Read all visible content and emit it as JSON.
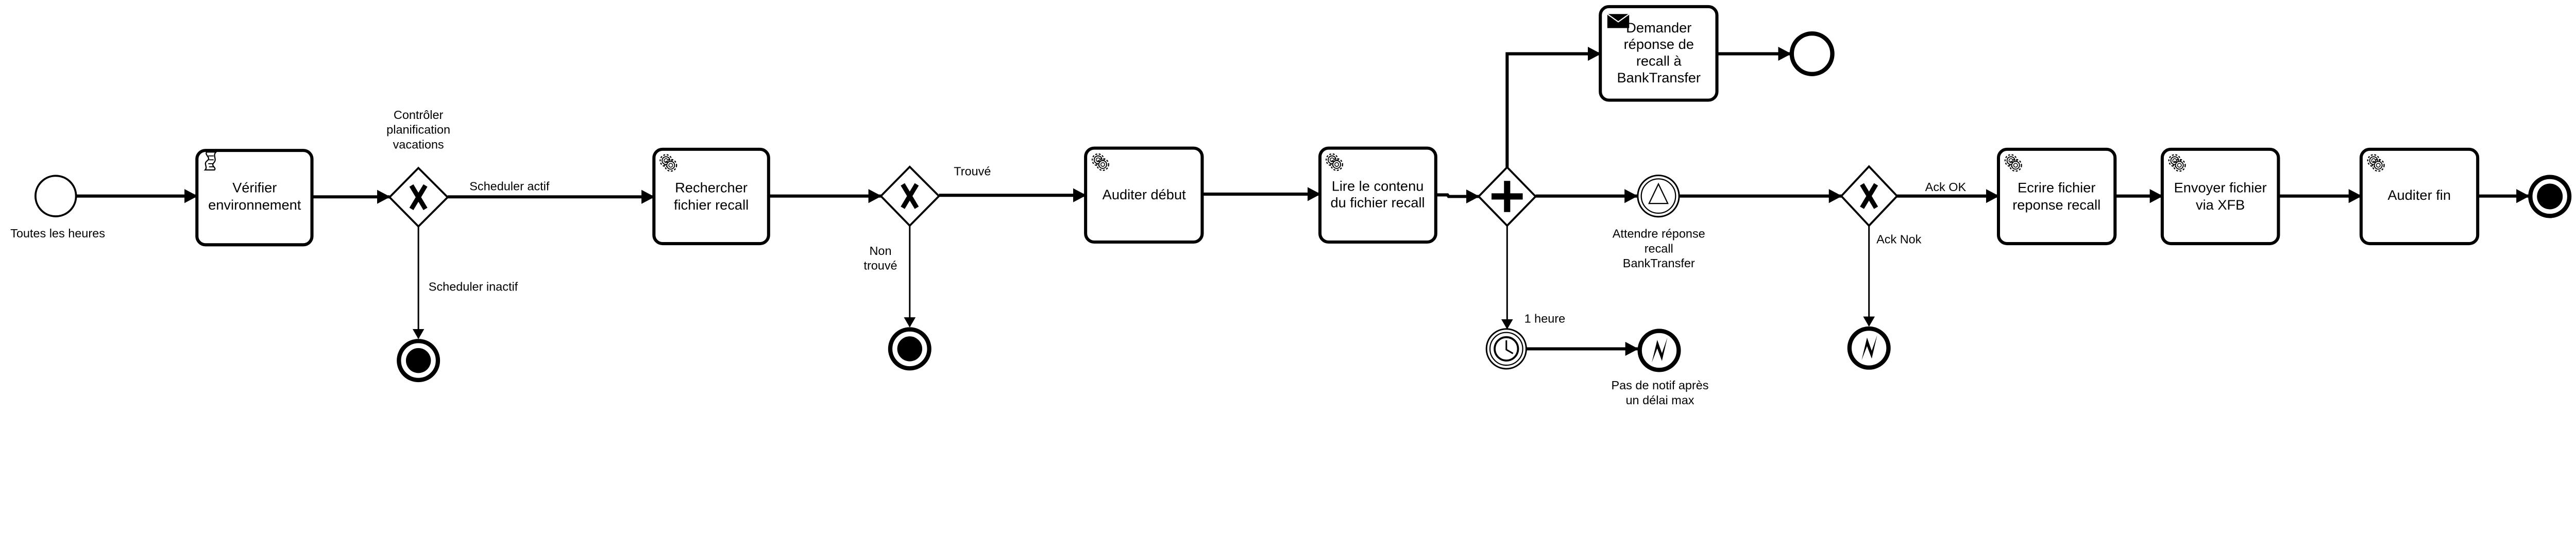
{
  "colors": {
    "stroke": "#000000",
    "background": "#ffffff"
  },
  "start_event": {
    "label": "Toutes les heures"
  },
  "tasks": {
    "verifier": {
      "type": "script-task",
      "icon": "script-icon",
      "lines": [
        "Vérifier",
        "environnement"
      ]
    },
    "rechercher": {
      "type": "service-task",
      "icon": "gear-icon",
      "lines": [
        "Rechercher",
        "fichier recall"
      ]
    },
    "auditer_debut": {
      "type": "service-task",
      "icon": "gear-icon",
      "lines": [
        "Auditer début"
      ]
    },
    "lire": {
      "type": "service-task",
      "icon": "gear-icon",
      "lines": [
        "Lire le contenu",
        "du fichier recall"
      ]
    },
    "demander": {
      "type": "send-task",
      "icon": "envelope-icon",
      "lines": [
        "Demander",
        "réponse de",
        "recall à",
        "BankTransfer"
      ]
    },
    "ecrire": {
      "type": "service-task",
      "icon": "gear-icon",
      "lines": [
        "Ecrire fichier",
        "reponse recall"
      ]
    },
    "envoyer": {
      "type": "service-task",
      "icon": "gear-icon",
      "lines": [
        "Envoyer fichier",
        "via XFB"
      ]
    },
    "auditer_fin": {
      "type": "service-task",
      "icon": "gear-icon",
      "lines": [
        "Auditer fin"
      ]
    }
  },
  "gateways": {
    "controler": {
      "type": "exclusive",
      "label_lines": [
        "Contrôler",
        "planification",
        "vacations"
      ]
    },
    "trouve": {
      "type": "exclusive"
    },
    "parallel": {
      "type": "parallel"
    },
    "ack": {
      "type": "exclusive"
    }
  },
  "flow_labels": {
    "scheduler_actif": "Scheduler actif",
    "scheduler_inactif": "Scheduler inactif",
    "trouve": "Trouvé",
    "non_trouve": [
      "Non",
      "trouvé"
    ],
    "une_heure": "1 heure",
    "ack_ok": "Ack OK",
    "ack_nok": "Ack Nok"
  },
  "events": {
    "attendre": {
      "type": "signal-catch",
      "label_lines": [
        "Attendre réponse",
        "recall",
        "BankTransfer"
      ]
    },
    "timer": {
      "type": "timer"
    },
    "pas_de_notif": {
      "type": "error-end",
      "label_lines": [
        "Pas de notif après",
        "un délai max"
      ]
    }
  }
}
